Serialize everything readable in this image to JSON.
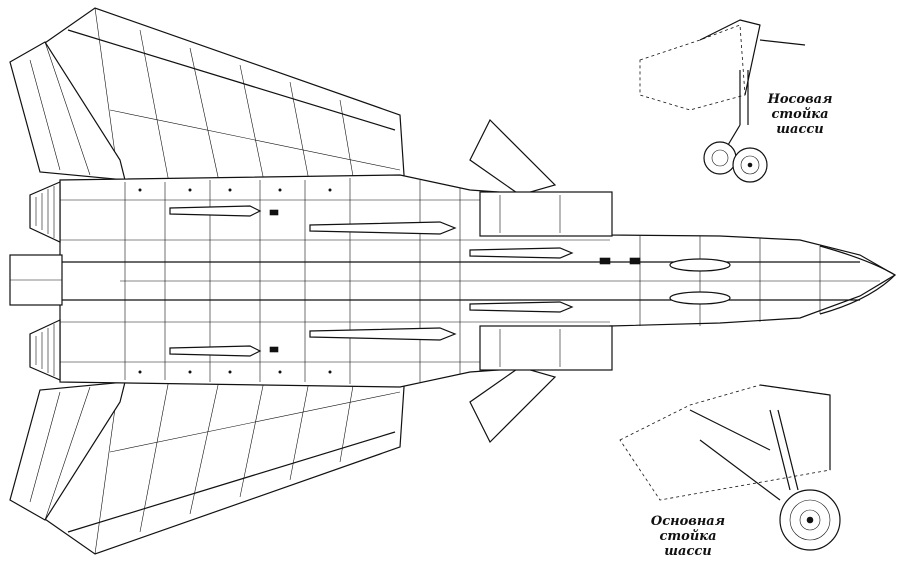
{
  "title": "F-14 lower view with landing gear details",
  "labels": {
    "nose_gear": [
      "Носовая",
      "стойка",
      "шасси"
    ],
    "main_gear": [
      "Основная",
      "стойка",
      "шасси"
    ]
  },
  "colors": {
    "line": "#111111",
    "background": "#ffffff"
  }
}
